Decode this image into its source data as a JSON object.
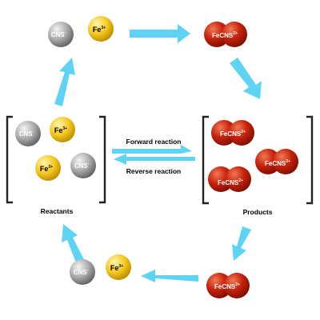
{
  "diagram": {
    "reactants_label": "Reactants",
    "products_label": "Products",
    "forward_label": "Forward reaction",
    "reverse_label": "Reverse reaction",
    "colors": {
      "cyan_arrow": "#5fd3f3",
      "gray_sphere": "#9a9a9a",
      "yellow_sphere": "#f2c318",
      "red_sphere": "#c0200c",
      "bracket": "#222222"
    }
  },
  "species": {
    "cns": {
      "base": "CNS",
      "charge": "-"
    },
    "fe": {
      "base": "Fe",
      "charge": "3+"
    },
    "fecns": {
      "base": "FeCNS",
      "charge": "2+"
    }
  }
}
